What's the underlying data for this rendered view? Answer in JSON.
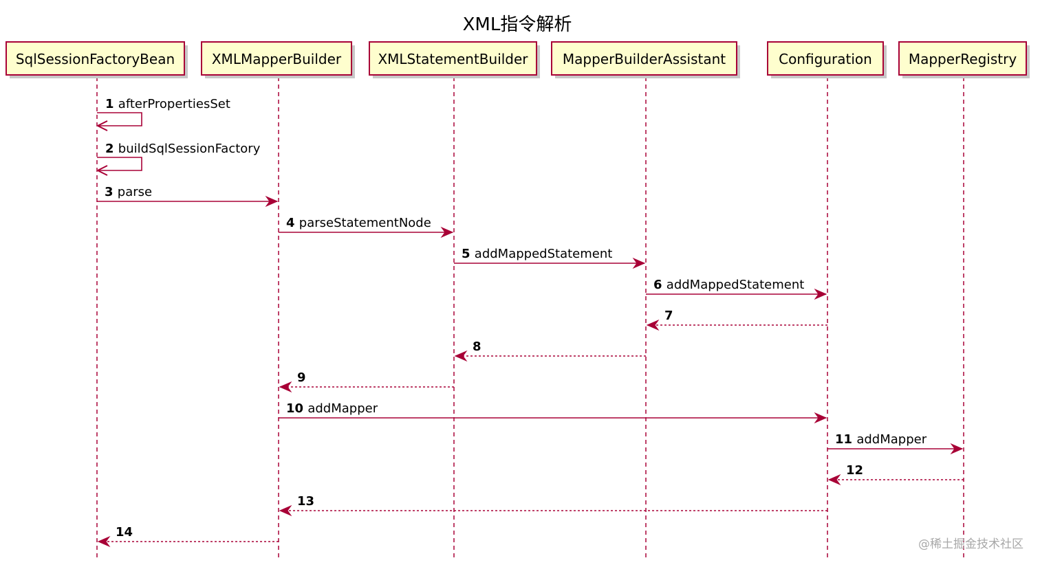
{
  "title": "XML指令解析",
  "watermark": "@稀土掘金技术社区",
  "colors": {
    "participant_fill": "#fefece",
    "participant_border": "#a80036",
    "arrow": "#a80036",
    "lifeline": "#a80036",
    "shadow": "#c8c8c8"
  },
  "participants": [
    {
      "id": "p1",
      "label": "SqlSessionFactoryBean"
    },
    {
      "id": "p2",
      "label": "XMLMapperBuilder"
    },
    {
      "id": "p3",
      "label": "XMLStatementBuilder"
    },
    {
      "id": "p4",
      "label": "MapperBuilderAssistant"
    },
    {
      "id": "p5",
      "label": "Configuration"
    },
    {
      "id": "p6",
      "label": "MapperRegistry"
    }
  ],
  "messages": [
    {
      "num": "1",
      "label": "afterPropertiesSet",
      "from": 0,
      "to": 0,
      "style": "solid"
    },
    {
      "num": "2",
      "label": "buildSqlSessionFactory",
      "from": 0,
      "to": 0,
      "style": "solid"
    },
    {
      "num": "3",
      "label": "parse",
      "from": 0,
      "to": 1,
      "style": "solid"
    },
    {
      "num": "4",
      "label": "parseStatementNode",
      "from": 1,
      "to": 2,
      "style": "solid"
    },
    {
      "num": "5",
      "label": "addMappedStatement",
      "from": 2,
      "to": 3,
      "style": "solid"
    },
    {
      "num": "6",
      "label": "addMappedStatement",
      "from": 3,
      "to": 4,
      "style": "solid"
    },
    {
      "num": "7",
      "label": "",
      "from": 4,
      "to": 3,
      "style": "dashed"
    },
    {
      "num": "8",
      "label": "",
      "from": 3,
      "to": 2,
      "style": "dashed"
    },
    {
      "num": "9",
      "label": "",
      "from": 2,
      "to": 1,
      "style": "dashed"
    },
    {
      "num": "10",
      "label": "addMapper",
      "from": 1,
      "to": 4,
      "style": "solid"
    },
    {
      "num": "11",
      "label": "addMapper",
      "from": 4,
      "to": 5,
      "style": "solid"
    },
    {
      "num": "12",
      "label": "",
      "from": 5,
      "to": 4,
      "style": "dashed"
    },
    {
      "num": "13",
      "label": "",
      "from": 4,
      "to": 1,
      "style": "dashed"
    },
    {
      "num": "14",
      "label": "",
      "from": 1,
      "to": 0,
      "style": "dashed"
    }
  ]
}
